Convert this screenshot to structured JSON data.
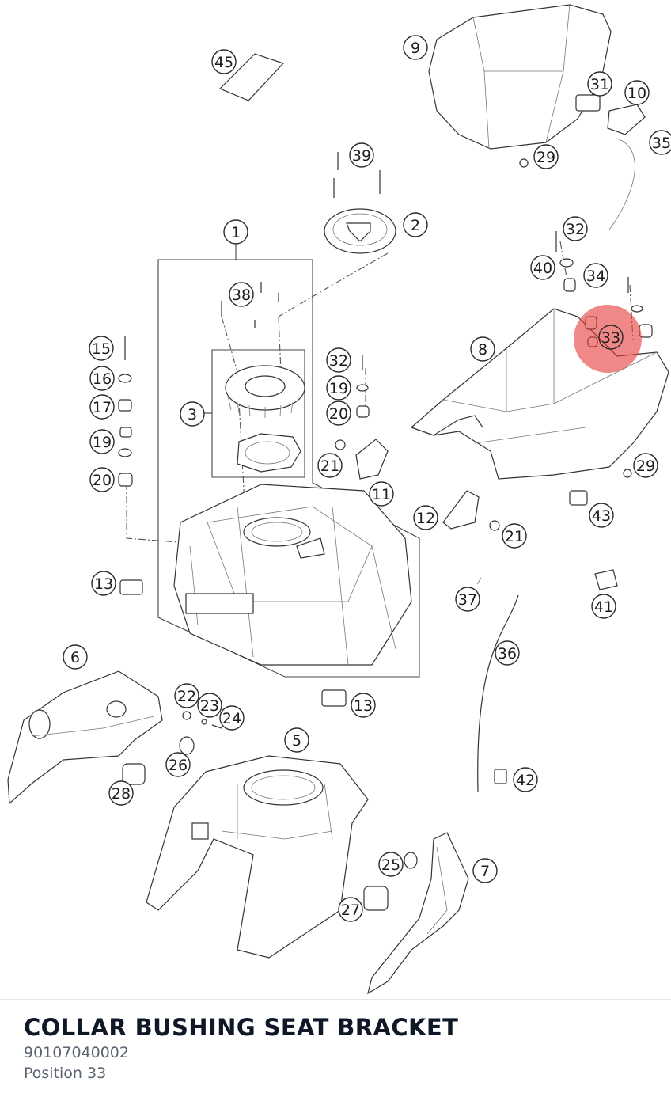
{
  "diagram": {
    "callouts": [
      {
        "label": "45"
      },
      {
        "label": "9"
      },
      {
        "label": "31"
      },
      {
        "label": "10"
      },
      {
        "label": "35"
      },
      {
        "label": "39"
      },
      {
        "label": "29"
      },
      {
        "label": "2"
      },
      {
        "label": "1"
      },
      {
        "label": "32"
      },
      {
        "label": "40"
      },
      {
        "label": "34"
      },
      {
        "label": "38"
      },
      {
        "label": "33"
      },
      {
        "label": "15"
      },
      {
        "label": "8"
      },
      {
        "label": "32"
      },
      {
        "label": "16"
      },
      {
        "label": "19"
      },
      {
        "label": "17"
      },
      {
        "label": "3"
      },
      {
        "label": "20"
      },
      {
        "label": "19"
      },
      {
        "label": "21"
      },
      {
        "label": "29"
      },
      {
        "label": "20"
      },
      {
        "label": "11"
      },
      {
        "label": "43"
      },
      {
        "label": "12"
      },
      {
        "label": "21"
      },
      {
        "label": "13"
      },
      {
        "label": "37"
      },
      {
        "label": "41"
      },
      {
        "label": "6"
      },
      {
        "label": "36"
      },
      {
        "label": "22"
      },
      {
        "label": "23"
      },
      {
        "label": "13"
      },
      {
        "label": "24"
      },
      {
        "label": "5"
      },
      {
        "label": "26"
      },
      {
        "label": "42"
      },
      {
        "label": "28"
      },
      {
        "label": "25"
      },
      {
        "label": "7"
      },
      {
        "label": "27"
      }
    ],
    "highlight": {
      "label": "33",
      "color": "#e53935"
    }
  },
  "part": {
    "title": "COLLAR BUSHING SEAT BRACKET",
    "number": "90107040002",
    "position": "Position 33"
  },
  "colors": {
    "title": "#101828",
    "meta": "#5b6270",
    "highlight": "#e53935"
  }
}
